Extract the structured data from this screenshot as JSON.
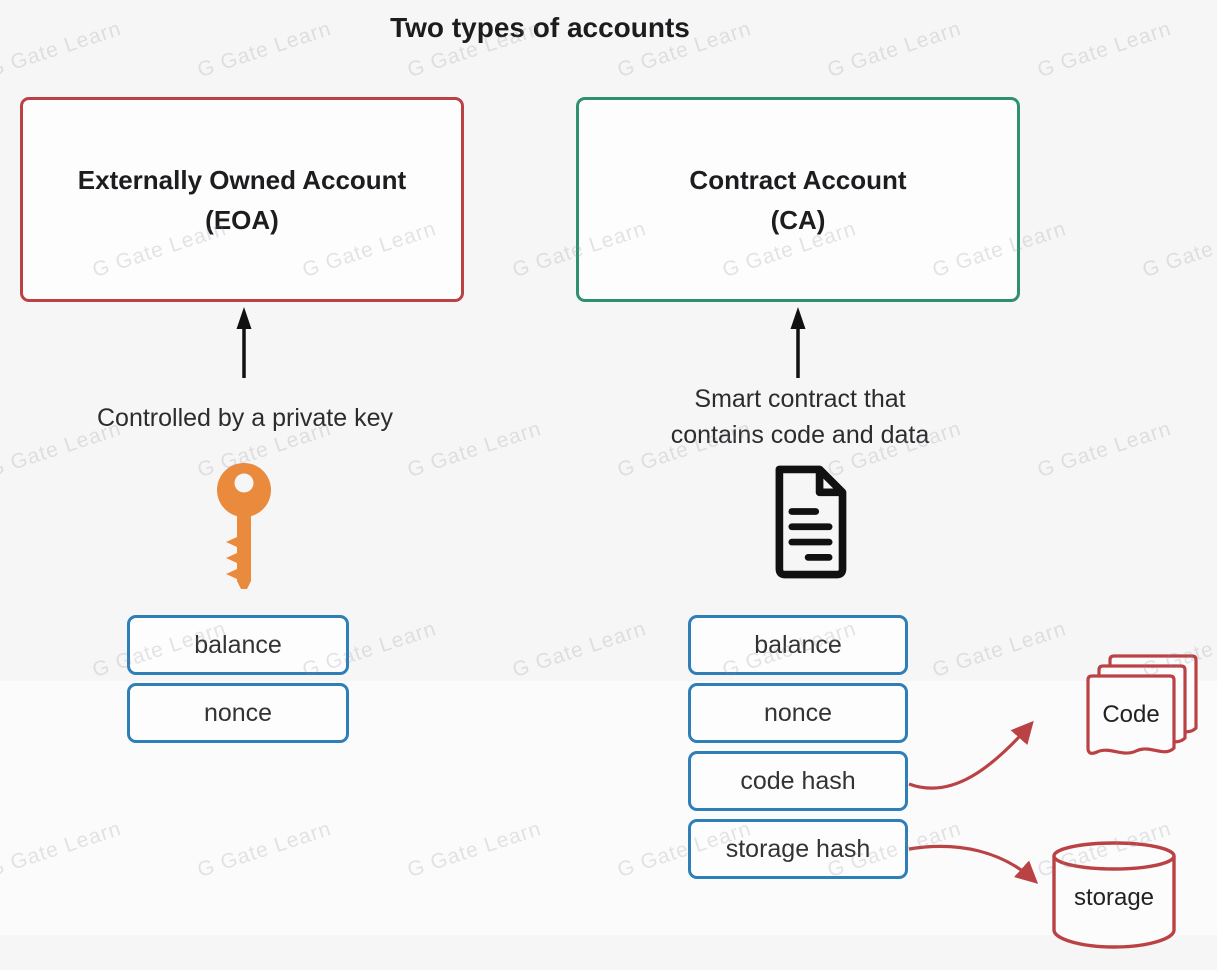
{
  "title": "Two types of accounts",
  "watermark": {
    "logo": "G",
    "text": "Gate Learn"
  },
  "eoa": {
    "name": "Externally Owned Account",
    "abbr": "(EOA)",
    "caption": "Controlled by a private key",
    "icon": "key-icon",
    "fields": [
      "balance",
      "nonce"
    ]
  },
  "ca": {
    "name": "Contract Account",
    "abbr": "(CA)",
    "caption_line1": "Smart contract that",
    "caption_line2": "contains code and data",
    "icon": "document-icon",
    "fields": [
      "balance",
      "nonce",
      "code hash",
      "storage hash"
    ]
  },
  "external": {
    "code_label": "Code",
    "storage_label": "storage"
  },
  "colors": {
    "eoa_border": "#bb4244",
    "ca_border": "#2f9070",
    "field_border": "#2e7eb8",
    "key_orange": "#ea8a3d",
    "red_accent": "#bb4244",
    "arrow_black": "#111111"
  }
}
